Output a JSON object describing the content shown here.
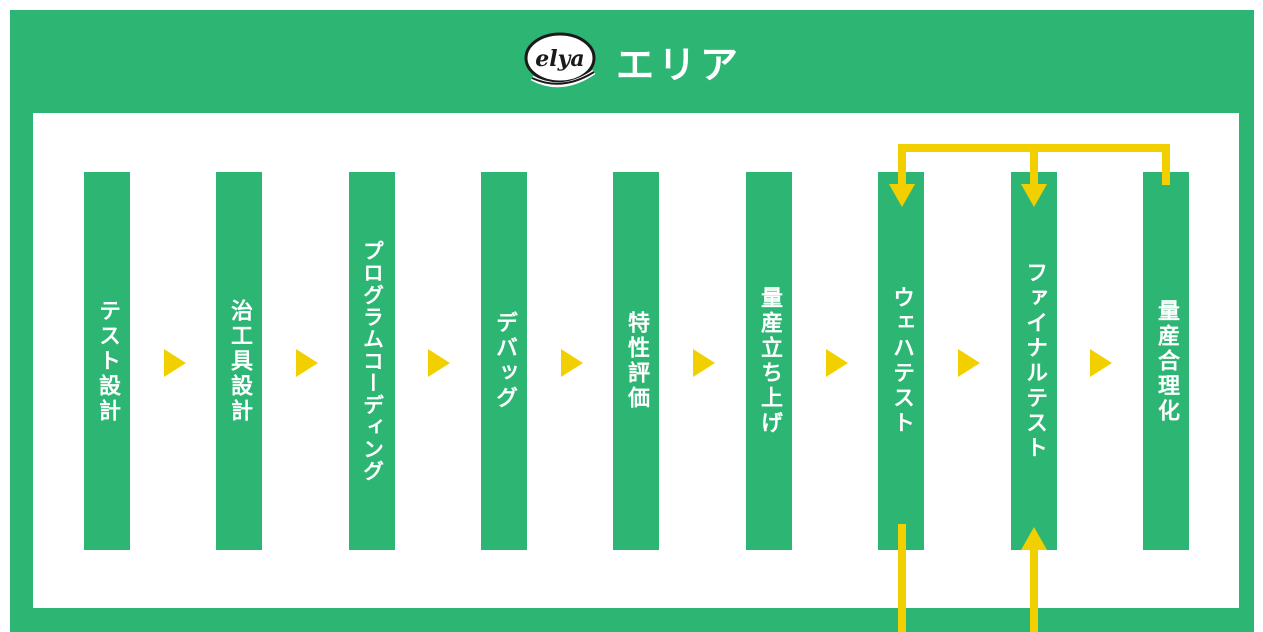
{
  "header": {
    "logo_text": "elya",
    "title": "エリア"
  },
  "steps": [
    {
      "label": "テスト設計"
    },
    {
      "label": "治工具設計"
    },
    {
      "label": "プログラムコーディング"
    },
    {
      "label": "デバッグ"
    },
    {
      "label": "特性評価"
    },
    {
      "label": "量産立ち上げ"
    },
    {
      "label": "ウェハテスト"
    },
    {
      "label": "ファイナルテスト"
    },
    {
      "label": "量産合理化"
    }
  ],
  "colors": {
    "brand_green": "#2db673",
    "arrow_yellow": "#f2d000",
    "background": "#ffffff",
    "text": "#ffffff"
  },
  "icons": [
    "step-arrow-icon",
    "feedback-arrow-icon",
    "elya-logo"
  ]
}
